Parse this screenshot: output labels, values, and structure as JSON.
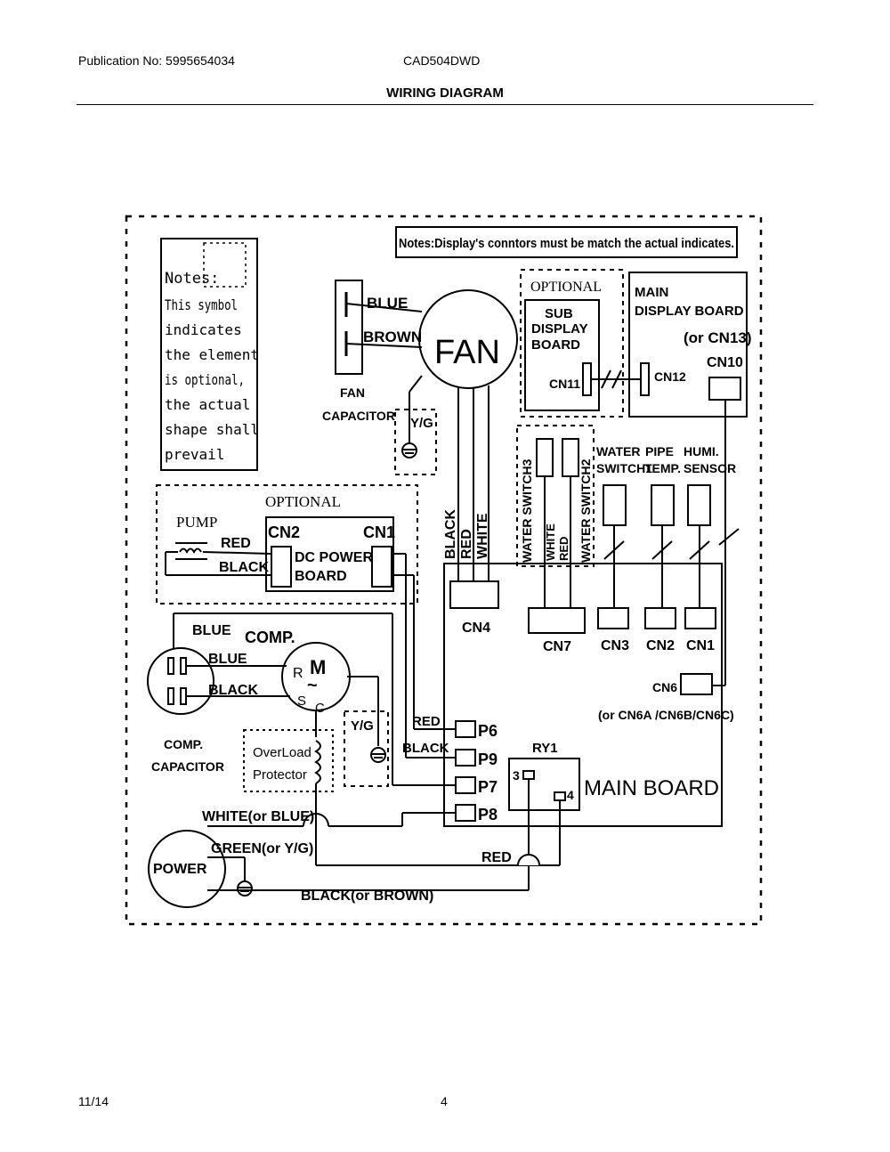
{
  "header": {
    "publication": "Publication No: 5995654034",
    "model": "CAD504DWD",
    "title": "WIRING DIAGRAM"
  },
  "footer": {
    "date": "11/14",
    "page": "4"
  },
  "notes_top": "Notes:Display's conntors must be match the actual indicates.",
  "notes_left": {
    "heading": "Notes:",
    "lines": [
      "This symbol",
      "indicates",
      "the element",
      "is optional,",
      "the actual",
      "shape shall",
      "prevail"
    ]
  },
  "labels": {
    "fan": "FAN",
    "blue": "BLUE",
    "brown": "BROWN",
    "fan_capacitor_1": "FAN",
    "fan_capacitor_2": "CAPACITOR",
    "yg": "Y/G",
    "optional": "OPTIONAL",
    "sub_display_1": "SUB",
    "sub_display_2": "DISPLAY",
    "sub_display_3": "BOARD",
    "cn11": "CN11",
    "main_display_1": "MAIN",
    "main_display_2": "DISPLAY BOARD",
    "or_cn13": "(or CN13)",
    "cn10": "CN10",
    "cn12": "CN12",
    "water_switch3": "WATER SWITCH3",
    "water_switch2": "WATER SWITCH2",
    "white": "WHITE",
    "red": "RED",
    "black": "BLACK",
    "water_switch1_1": "WATER",
    "water_switch1_2": "SWITCH1",
    "pipe_temp_1": "PIPE",
    "pipe_temp_2": "TEMP.",
    "humi_1": "HUMI.",
    "humi_2": "SENSOR",
    "optional2": "OPTIONAL",
    "pump": "PUMP",
    "cn2": "CN2",
    "cn1": "CN1",
    "dc_power_1": "DC POWER",
    "dc_power_2": "BOARD",
    "cn4": "CN4",
    "cn7": "CN7",
    "cn3": "CN3",
    "cn2b": "CN2",
    "cn1b": "CN1",
    "cn6": "CN6",
    "or_cn6": "(or CN6A /CN6B/CN6C)",
    "comp": "COMP.",
    "comp_cap_1": "COMP.",
    "comp_cap_2": "CAPACITOR",
    "m": "M",
    "r": "R",
    "s": "S",
    "c": "C",
    "overload_1": "OverLoad",
    "overload_2": "Protector",
    "p6": "P6",
    "p9": "P9",
    "p7": "P7",
    "p8": "P8",
    "ry1": "RY1",
    "n3": "3",
    "n4": "4",
    "main_board": "MAIN BOARD",
    "white_or_blue": "WHITE(or BLUE)",
    "green_or_yg": "GREEN(or Y/G)",
    "power": "POWER",
    "black_or_brown": "BLACK(or BROWN)"
  }
}
